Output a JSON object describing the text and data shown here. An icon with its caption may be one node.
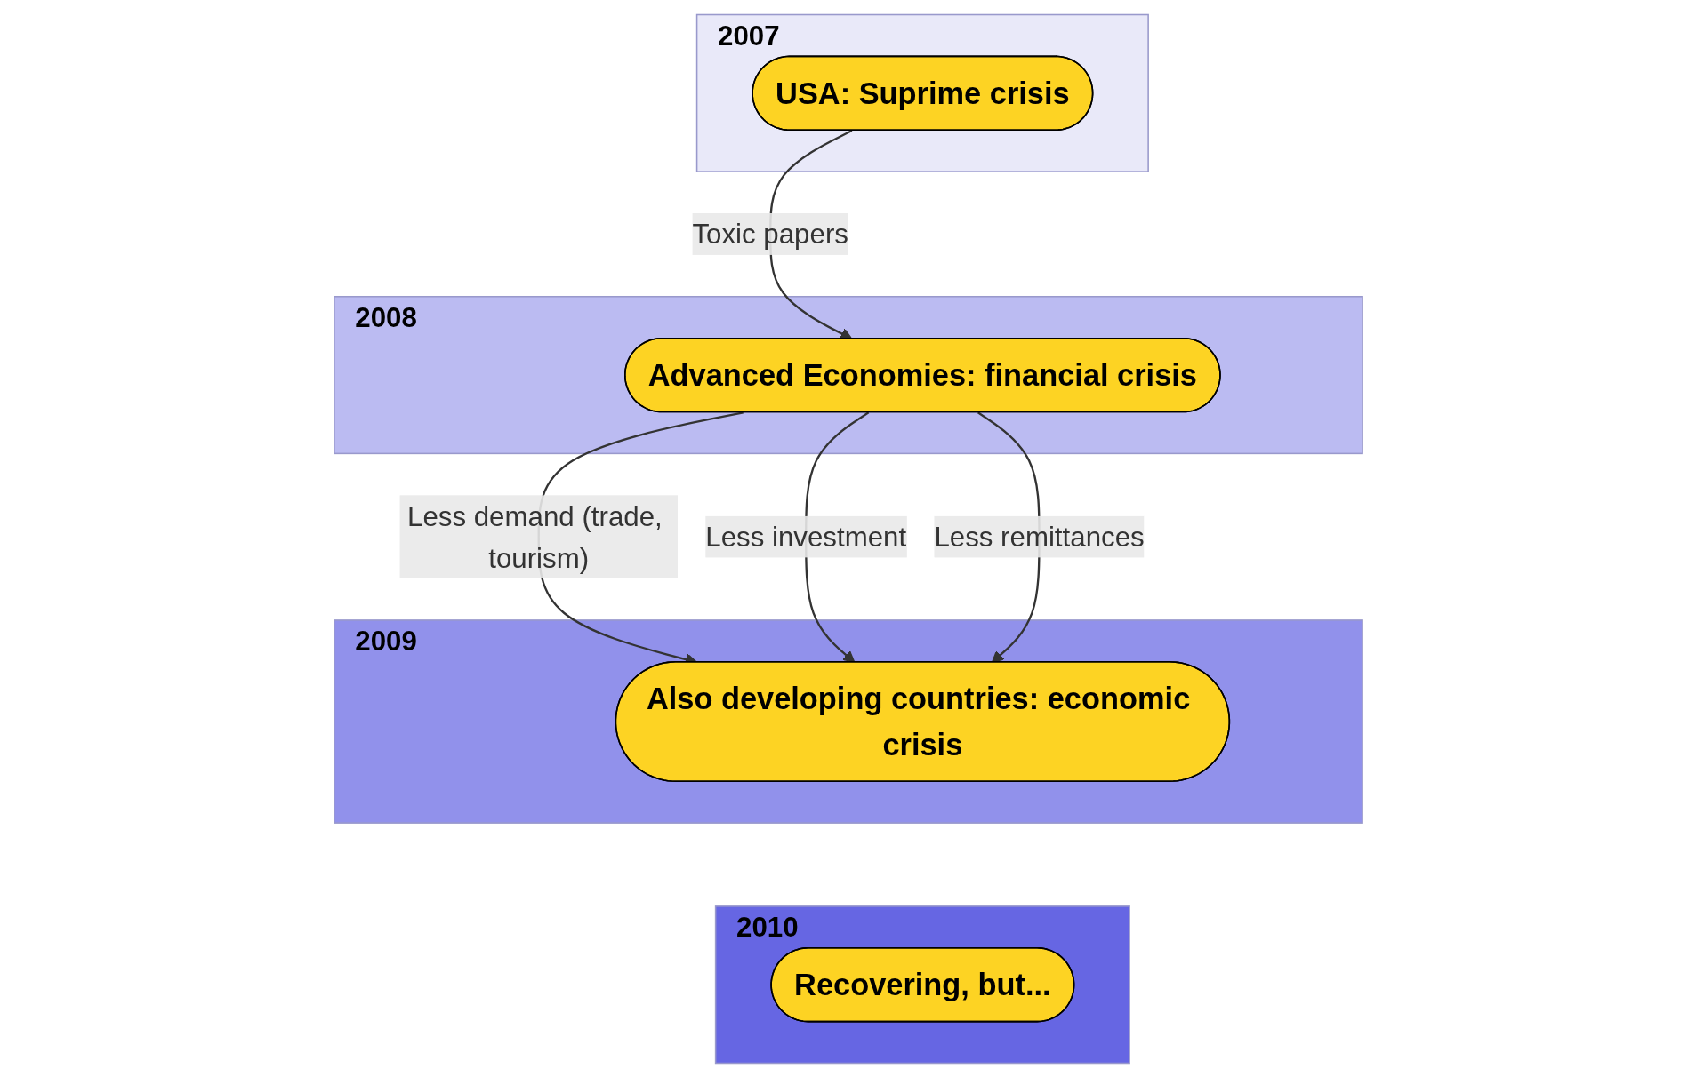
{
  "diagram": {
    "nodes": [
      {
        "text": [
          "2007"
        ]
      },
      {
        "text": [
          "USA: Suprime crisis"
        ],
        "in": 0
      },
      {
        "text": [
          "2008"
        ]
      },
      {
        "text": [
          "Advanced Economies: financial crisis"
        ],
        "in": 2
      },
      {
        "text": [
          "2009"
        ]
      },
      {
        "text": [
          "Also developing countries: economic crisis"
        ],
        "in": 4
      },
      {
        "text": [
          "2010"
        ]
      },
      {
        "text": [
          "Recovering, but..."
        ],
        "in": 6
      }
    ],
    "edges": [
      {
        "from": 1,
        "to": 3,
        "arrow": "to",
        "label": "Toxic papers"
      },
      {
        "from": 3,
        "to": 5,
        "arrow": "to",
        "label": "Less demand (trade, tourism)"
      },
      {
        "from": 3,
        "to": 5,
        "arrow": "to",
        "label": "Less investment"
      },
      {
        "from": 3,
        "to": 5,
        "arrow": "to",
        "label": "Less remittances"
      }
    ]
  }
}
